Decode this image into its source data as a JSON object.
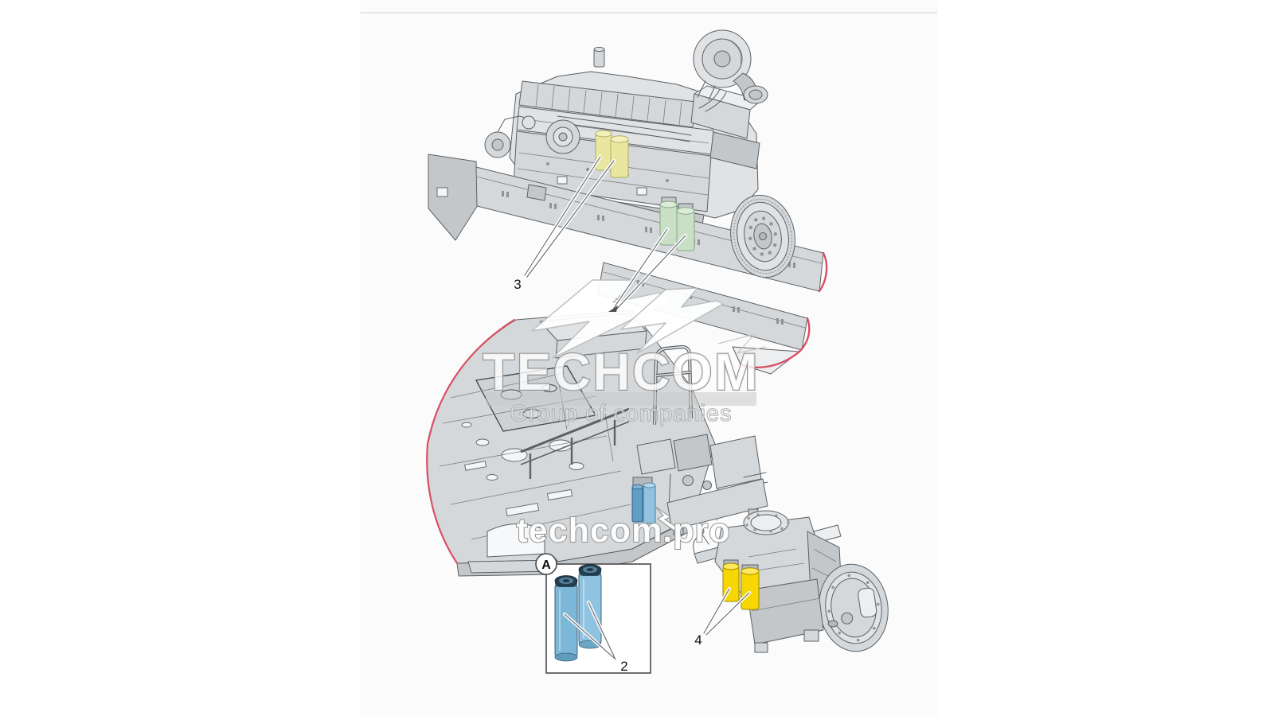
{
  "watermark": {
    "brand": "TECHCOM",
    "tagline": "Group of companies",
    "site": "techcom.pro"
  },
  "callouts": {
    "engine_filters": "3",
    "filter_elements": "2",
    "transmission_filters": "4",
    "detail_view": "A"
  },
  "colors": {
    "engine_filter_highlight": "#e9e6a0",
    "engine_filter_top": "#f2f0bc",
    "fuel_filter_highlight": "#c9e0c6",
    "fuel_filter_top": "#dcecd9",
    "deck_filter_dark": "#5f9ec5",
    "deck_filter_light": "#93c2e0",
    "element_filter_blue": "#7db7d8",
    "element_filter_blue_light": "#8fc3e1",
    "element_cap_navy": "#2e4d62",
    "transmission_filter_highlight": "#f7d602",
    "transmission_filter_top": "#ffe85c",
    "crop_edge_red": "#d84f63",
    "line_gray": "#5c6165",
    "watermark_gray": "#9e9e9e",
    "divider_gray": "#e7e7e7"
  }
}
